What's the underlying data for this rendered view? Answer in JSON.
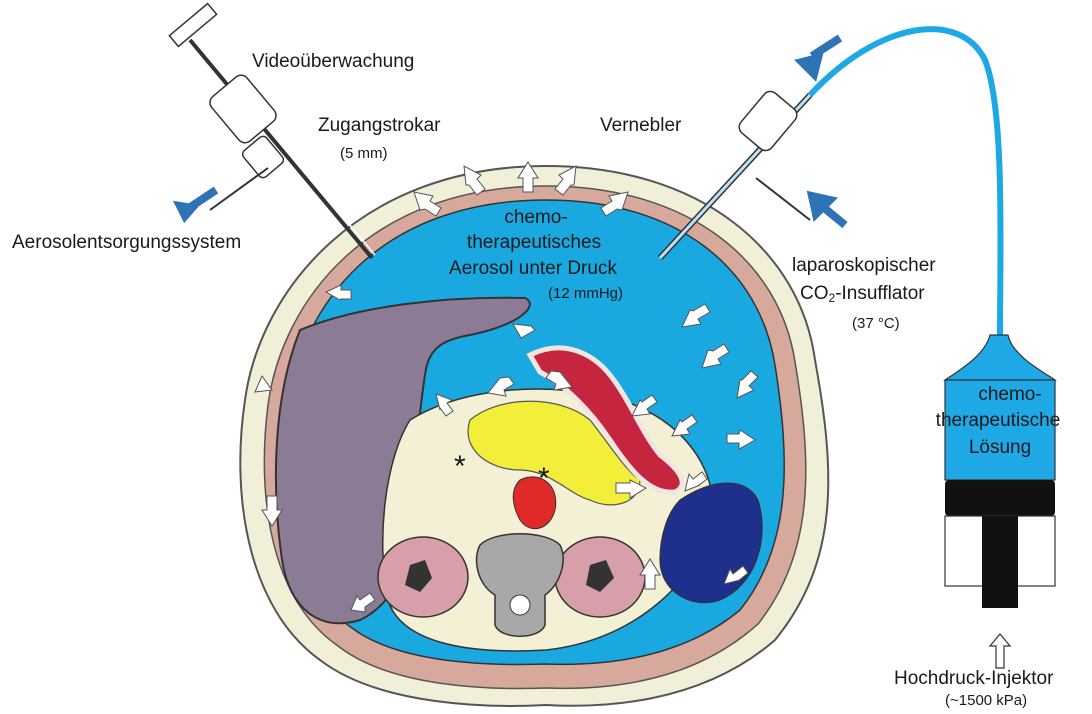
{
  "labels": {
    "video": "Videoüberwachung",
    "trocar": "Zugangstrokar",
    "trocar_size": "(5 mm)",
    "aerosol_disposal": "Aerosolentsorgungssystem",
    "nebulizer": "Vernebler",
    "aerosol_line1": "chemo-",
    "aerosol_line2": "therapeutisches",
    "aerosol_line3": "Aerosol unter Druck",
    "aerosol_pressure": "(12 mmHg)",
    "insufflator_line1": "laparoskopischer",
    "insufflator_co": "CO",
    "insufflator_sub": "2",
    "insufflator_rest": "-Insufflator",
    "insufflator_temp": "(37 °C)",
    "syringe_line1": "chemo-",
    "syringe_line2": "therapeutische",
    "syringe_line3": "Lösung",
    "injector": "Hochdruck-Injektor",
    "injector_pressure": "(~1500 kPa)",
    "asterisk_left": "*",
    "asterisk_right": "*"
  },
  "colors": {
    "aerosol_blue": "#19a9e0",
    "flow_arrow_blue": "#2e73b5",
    "liver": "#8b7b95",
    "pancreas": "#f2ee3a",
    "spleen": "#1f2f8c",
    "stomach_wall": "#c5253f",
    "muscle": "#d7a89c",
    "body_wall": "#f1efd8",
    "syringe_fluid": "#1fa8e6",
    "syringe_plunger": "#111111"
  }
}
